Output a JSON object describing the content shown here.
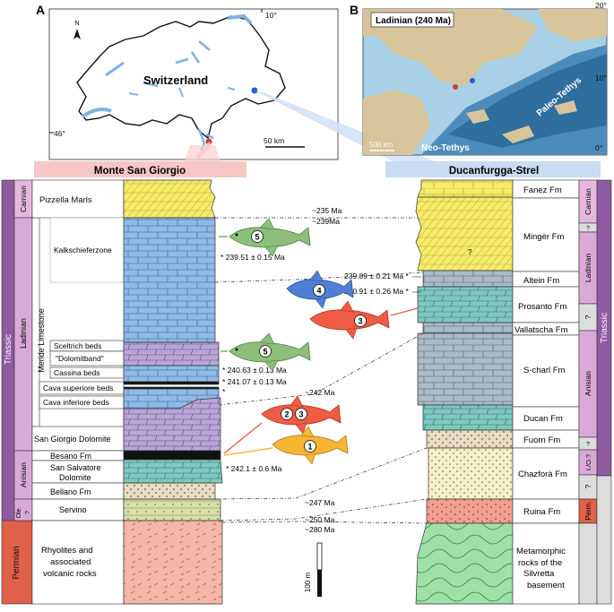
{
  "panel_a": {
    "letter": "A",
    "country": "Switzerland",
    "north": "N",
    "lat_46": "46°",
    "lon_10": "10°",
    "scale": "50 km"
  },
  "panel_b": {
    "letter": "B",
    "title": "Ladinian (240 Ma)",
    "paleo_tethys": "Paleo-Tethys",
    "neo_tethys": "Neo-Tethys",
    "scale": "500 km",
    "lat_20": "20°",
    "lat_10": "10°",
    "lat_0": "0°"
  },
  "left_section": {
    "header": "Monte San Giorgio",
    "periods": [
      "Triassic",
      "Permian"
    ],
    "stages": [
      "Carnian",
      "Ladinian",
      "Anisian",
      "Ole.",
      "?"
    ],
    "group": "Meride Limestone",
    "units": {
      "pizzella": "Pizzella Marls",
      "kalk": "Kalkschieferzone",
      "sceltrich": "Sceltrich beds",
      "dolomitband": "\"Dolomitband\"",
      "cassina": "Cassina beds",
      "cava_sup": "Cava superiore beds",
      "cava_inf": "Cava inferiore beds",
      "sgd": "San Giorgio Dolomite",
      "besano": "Besano Fm",
      "ssd1": "San Salvatore",
      "ssd2": "Dolomite",
      "bellano": "Bellano Fm",
      "servino": "Servino",
      "rhy1": "Rhyolites and",
      "rhy2": "associated",
      "rhy3": "volcanic rocks"
    },
    "dates": {
      "d1": "* 239.51 ± 0.15 Ma",
      "d2": "* 240.63 ± 0.13 Ma",
      "d3": "* 241.07 ± 0.13 Ma",
      "d4": "*",
      "d5": "* 242.1 ± 0.6 Ma"
    }
  },
  "right_section": {
    "header": "Ducanfurgga-Strel",
    "periods": [
      "Triassic",
      "Perm."
    ],
    "stages": [
      "Carnian",
      "Ladinian",
      "Anisian",
      "?",
      "?",
      "?",
      "?",
      "I./O.?"
    ],
    "units": {
      "fanez": "Fanez Fm",
      "minger": "Mingèr Fm",
      "altein": "Altein Fm",
      "prosanto": "Prosanto Fm",
      "vallatscha": "Vallatscha Fm",
      "scharl": "S-charl Fm",
      "ducan": "Ducan Fm",
      "fuorn": "Fuorn Fm",
      "chazfora": "Chazforà Fm",
      "ruina": "Ruina Fm",
      "meta1": "Metamorphic",
      "meta2": "rocks of the",
      "meta3": "Silvretta",
      "meta4": "basement",
      "q": "?"
    },
    "dates": {
      "d1": "239.89 ± 0.21 Ma *",
      "d2": "240.91 ± 0.26 Ma *"
    }
  },
  "correlations": {
    "c1": "~235 Ma",
    "c2": "~239Ma",
    "c3": "~242 Ma",
    "c4": "~247 Ma",
    "c5": "~250 Ma",
    "c6": "~280 Ma"
  },
  "fossils": {
    "f5a": "5",
    "f4": "4",
    "f3": "3",
    "f5b": "5",
    "f2": "2",
    "f3b": "3",
    "f1": "1"
  },
  "scale_bar": "100 m",
  "colors": {
    "carnian_yellow": "#f7ec6a",
    "limestone_blue": "#8fb9e6",
    "dolomite_purple": "#b9a6d6",
    "dolomite_teal": "#7fc8bf",
    "rhyolite": "#f3b6a8",
    "triassic_purple": "#8e5aa0",
    "ladinian_pink": "#d9a9d8",
    "permian_red": "#e0604a",
    "fish_green": "#8bbf7a",
    "fish_red": "#ef5b45",
    "fish_blue": "#4f7fd6",
    "fish_orange": "#f6b533"
  }
}
